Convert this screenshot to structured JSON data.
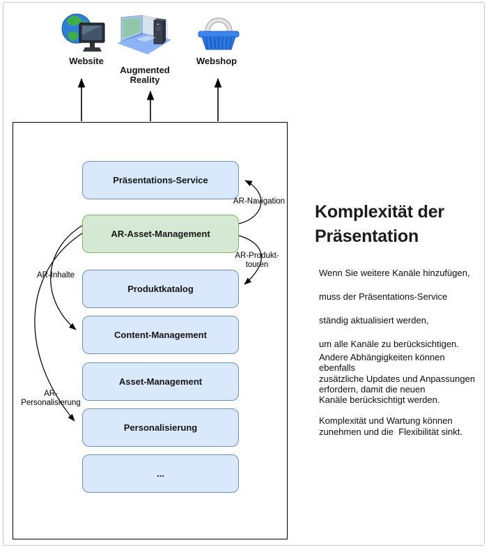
{
  "channels": [
    {
      "name": "website",
      "label": "Website"
    },
    {
      "name": "augmented-reality",
      "label": "Augmented\nReality"
    },
    {
      "name": "webshop",
      "label": "Webshop"
    }
  ],
  "architecture": {
    "boxes": [
      {
        "id": "praesentations-service",
        "label": "Präsentations-Service",
        "variant": "blue"
      },
      {
        "id": "ar-asset-management",
        "label": "AR-Asset-Management",
        "variant": "green"
      },
      {
        "id": "produktkatalog",
        "label": "Produktkatalog",
        "variant": "blue"
      },
      {
        "id": "content-management",
        "label": "Content-Management",
        "variant": "blue"
      },
      {
        "id": "asset-management",
        "label": "Asset-Management",
        "variant": "blue"
      },
      {
        "id": "personalisierung",
        "label": "Personalisierung",
        "variant": "blue"
      },
      {
        "id": "weitere",
        "label": "...",
        "variant": "blue"
      }
    ],
    "edge_labels": {
      "ar_navigation": "AR-Navigation",
      "ar_produkttouren": "AR-Produkt-\ntouren",
      "ar_inhalte": "AR-Inhalte",
      "ar_personalisierung": "AR-\nPersonalisierung"
    }
  },
  "panel": {
    "title": "Komplexität der\nPräsentation",
    "paragraphs": [
      "Wenn Sie weitere Kanäle hinzufügen,",
      "muss der Präsentations-Service",
      "ständig aktualisiert werden,",
      "um alle Kanäle zu berücksichtigen.",
      "Andere Abhängigkeiten können\nebenfalls\nzusätzliche Updates und Anpassungen\nerfordern, damit die neuen\nKanäle berücksichtigt werden.",
      "Komplexität und Wartung können\nzunehmen und die  Flexibilität sinkt."
    ]
  },
  "colors": {
    "box-blue-fill": "#dae8fc",
    "box-blue-stroke": "#6c8ebf",
    "box-green-fill": "#d5e8d4",
    "box-green-stroke": "#82b366",
    "connector": "#000000",
    "container-border": "#000000",
    "page-border": "#c9c9c9"
  }
}
